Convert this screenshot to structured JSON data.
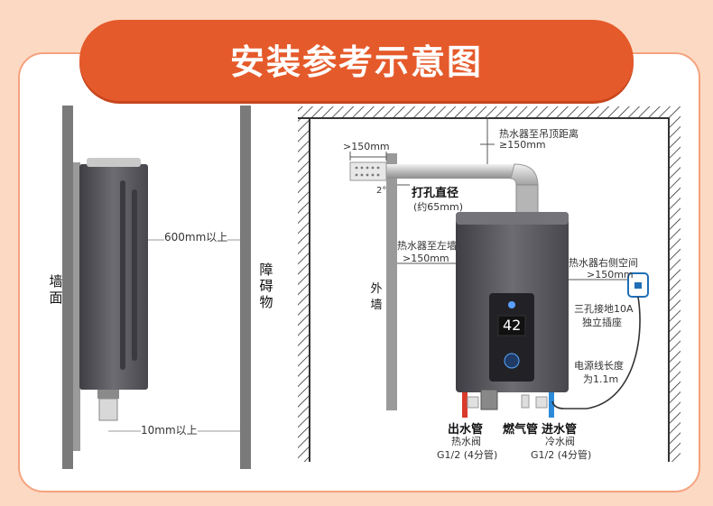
{
  "title": "安装参考示意图",
  "left": {
    "wall": "墙面",
    "obstacle": "障碍物",
    "clearance_side": "600mm以上",
    "clearance_bottom": "10mm以上"
  },
  "right": {
    "top_offset": ">150mm",
    "ceiling_label": "热水器至吊顶距离",
    "ceiling_value": "≥150mm",
    "angle": "2°",
    "hole_label": "打孔直径",
    "hole_value": "(约65mm)",
    "left_wall_label": "热水器至左墙",
    "left_wall_value": ">150mm",
    "outer_wall": "外墙",
    "right_space_label": "热水器右侧空间",
    "right_space_value": ">150mm",
    "socket_label1": "三孔接地10A",
    "socket_label2": "独立插座",
    "cord_label1": "电源线长度",
    "cord_label2": "为1.1m",
    "display": "42",
    "pipes": {
      "out": {
        "name": "出水管",
        "sub": "热水阀",
        "spec": "G1/2 (4分管)"
      },
      "gas": {
        "name": "燃气管"
      },
      "in": {
        "name": "进水管",
        "sub": "冷水阀",
        "spec": "G1/2 (4分管)"
      }
    }
  },
  "colors": {
    "accent": "#e55a2b",
    "heater": "#5a5a60",
    "hot": "#d93a2b",
    "cold": "#2b8ad9"
  }
}
